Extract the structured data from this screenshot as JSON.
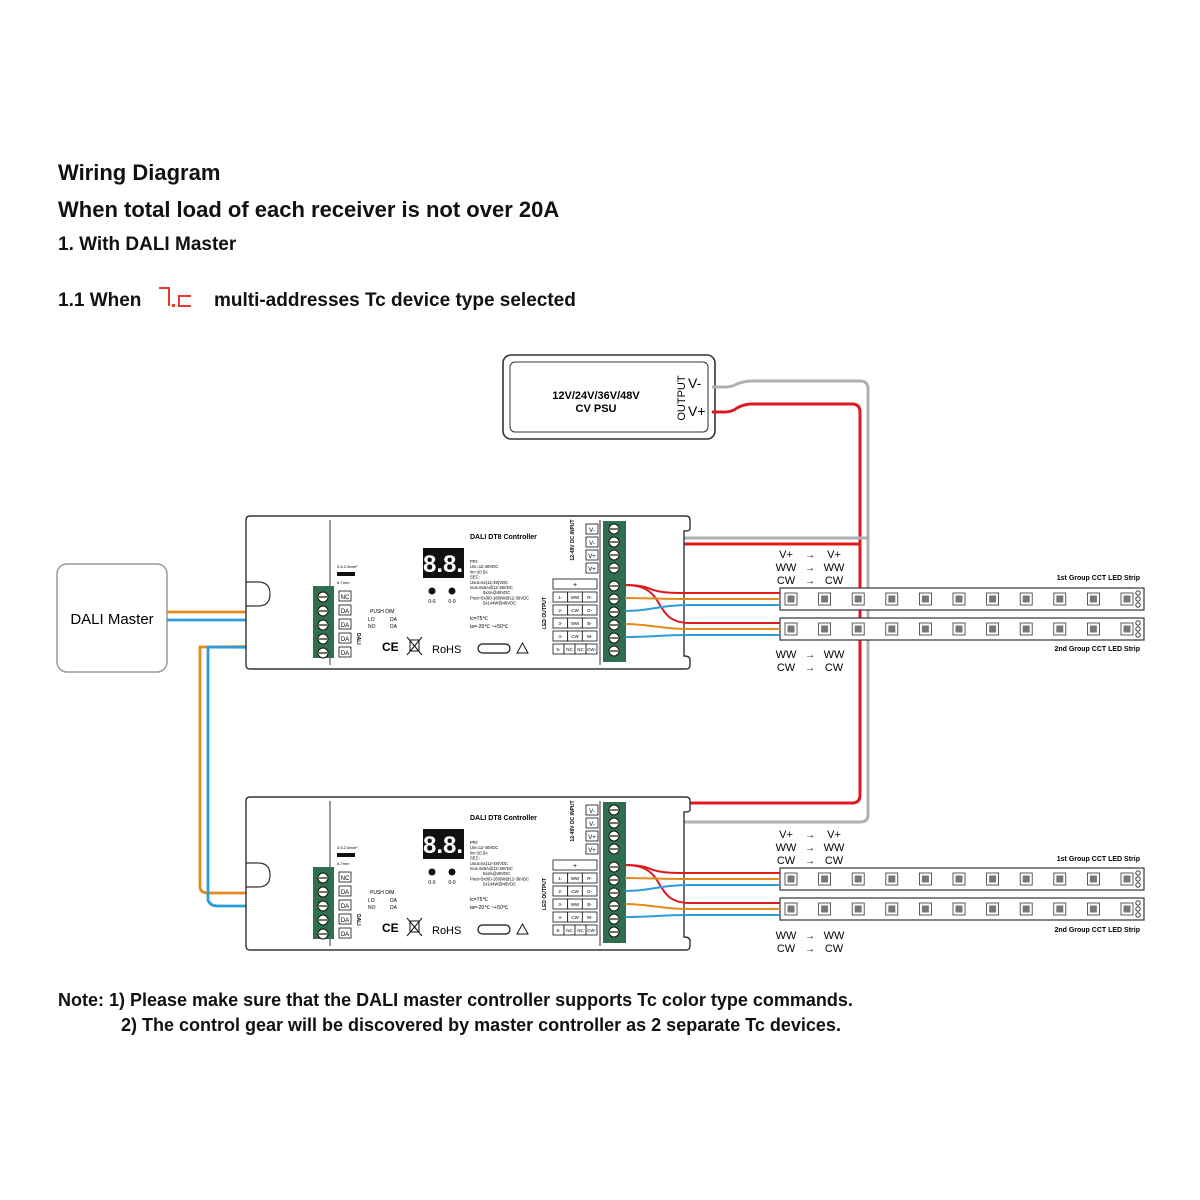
{
  "titles": {
    "main": "Wiring Diagram",
    "condition": "When total load of each receiver is not over 20A",
    "section": "1. With DALI Master",
    "subsection_prefix": "1.1 When",
    "subsection_code": "7.c",
    "subsection_suffix": "multi-addresses Tc device type selected"
  },
  "psu": {
    "label_line1": "12V/24V/36V/48V",
    "label_line2": "CV PSU",
    "output_label": "OUTPUT",
    "vminus": "V-",
    "vplus": "V+"
  },
  "dali_master": {
    "label": "DALI Master"
  },
  "controller": {
    "title": "DALI DT8 Controller",
    "display": "8.8.",
    "btn1": "0-6",
    "btn2": "0-9",
    "specs": [
      "PRI:",
      "Uin=12-48VDC",
      "Iin=20.5A",
      "SEC:",
      "Uout=5x(12-48)VDC",
      "Iout=5x5A@12-36VDC",
      "5x3A@48VDC",
      "Pout=5x(60-180)W@12-36VDC",
      "5x144W@48VDC"
    ],
    "tc": "tc=75℃",
    "ta": "ta=-20℃ ~+50℃",
    "rohs": "RoHS",
    "ce": "CE",
    "dc_input_label": "12-48V DC INPUT",
    "dc_terms": [
      "V-",
      "V-",
      "V+",
      "V+"
    ],
    "led_output_label": "LED OUTPUT",
    "out_rows": [
      [
        "+"
      ],
      [
        "1-",
        "WW",
        "R-"
      ],
      [
        "2-",
        "CW",
        "G-"
      ],
      [
        "3-",
        "WW",
        "B-"
      ],
      [
        "4-",
        "CW",
        "W-"
      ],
      [
        "5-",
        "NC",
        "NC",
        "CW-"
      ]
    ],
    "left_terms": [
      "NC",
      "DA",
      "DA",
      "DA",
      "DA"
    ],
    "dali_label": "DALI",
    "push_dim": "PUSH DIM",
    "lo": "LO",
    "no": "NO",
    "da": "DA",
    "wire_size1": "0.5-2.5mm²",
    "wire_size2": "6-7mm"
  },
  "strip_pairs": [
    {
      "top": {
        "vplus": "V+",
        "ww": "WW",
        "cw": "CW"
      },
      "bottom": {
        "ww": "WW",
        "cw": "CW"
      }
    },
    {
      "top": {
        "vplus": "V+",
        "ww": "WW",
        "cw": "CW"
      },
      "bottom": {
        "ww": "WW",
        "cw": "CW"
      }
    }
  ],
  "strips": {
    "first": "1st Group CCT LED Strip",
    "second": "2nd Group CCT LED Strip"
  },
  "notes": {
    "line1": "Note: 1) Please make sure that the DALI master controller supports Tc color type commands.",
    "line2": "2) The control gear will be discovered by master controller as 2 separate Tc devices."
  },
  "colors": {
    "red": "#e0191f",
    "gray": "#b0b0b0",
    "orange": "#e48a1d",
    "blue": "#2e9bdb",
    "green": "#2f6f4f",
    "code_red": "#e63b2e"
  }
}
